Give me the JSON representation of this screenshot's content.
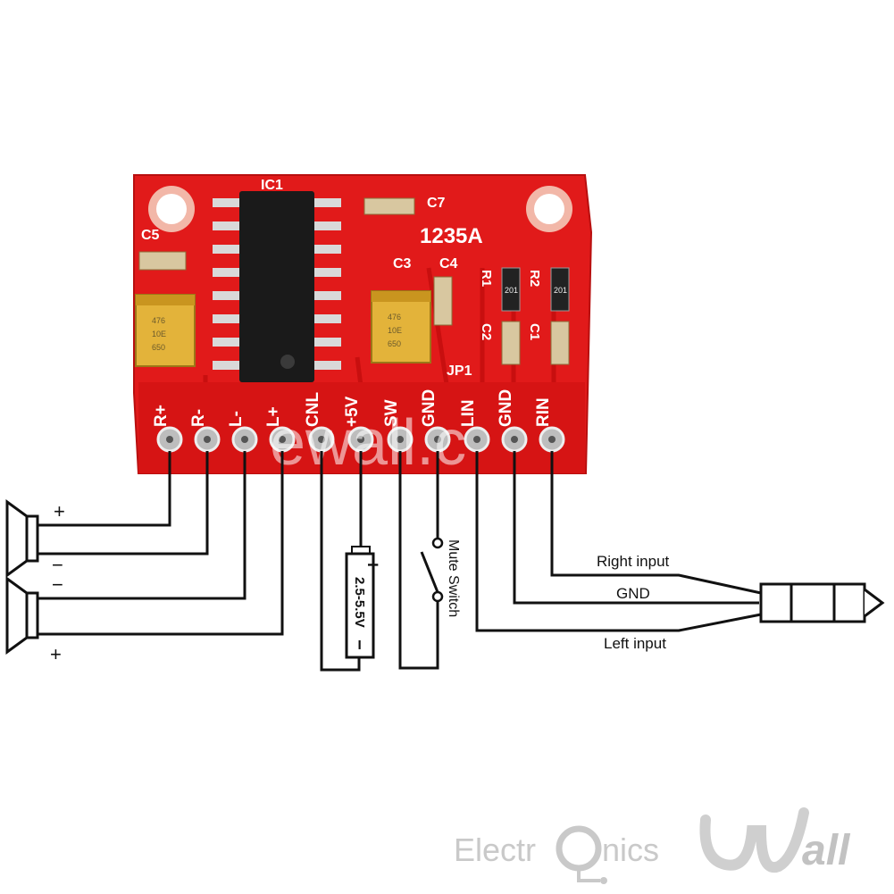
{
  "board": {
    "ic_label": "IC1",
    "part_number": "1235A",
    "component_labels": [
      "C5",
      "C7",
      "C3",
      "C4",
      "R1",
      "R2",
      "C2",
      "C1",
      "JP1"
    ],
    "cap_marking": [
      "476",
      "10E",
      "650"
    ],
    "resistor_marking": "201",
    "watermark": "ewall.c",
    "pins": [
      "R+",
      "R-",
      "L-",
      "L+",
      "CNL",
      "+5V",
      "SW",
      "GND",
      "LIN",
      "GND",
      "RIN"
    ]
  },
  "wiring": {
    "right_input": "Right input",
    "gnd": "GND",
    "left_input": "Left input",
    "supply_voltage": "2.5-5.5V",
    "battery_plus": "+",
    "battery_minus": "−",
    "mute_switch": "Mute Switch",
    "speaker_top_plus": "+",
    "speaker_top_minus": "−",
    "speaker_bottom_minus": "−",
    "speaker_bottom_plus": "+"
  },
  "logo": {
    "text_before": "Electr",
    "text_after": "nics",
    "text_brand": "all"
  },
  "colors": {
    "board_red": "#e11a1a",
    "chip_black": "#1a1a1a",
    "tantalum": "#e3b33a",
    "wire": "#111111",
    "logo_gray": "#c9c9c9"
  }
}
